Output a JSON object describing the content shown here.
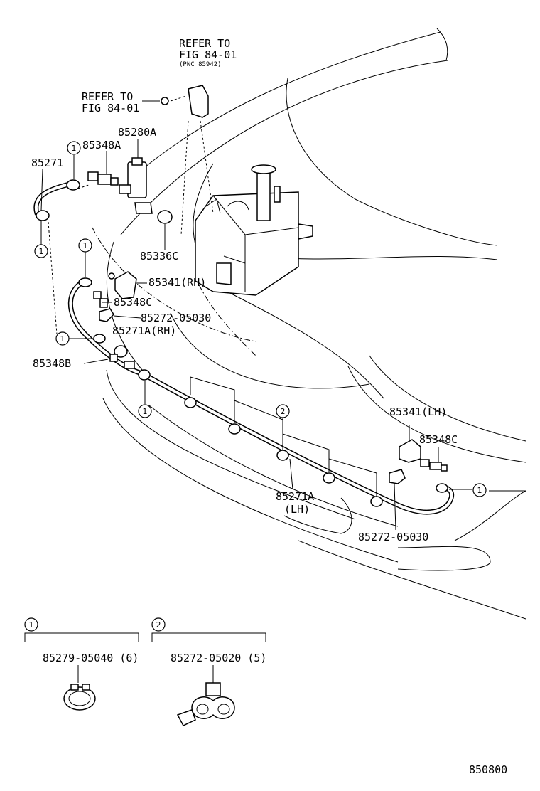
{
  "refer1": {
    "line1": "REFER TO",
    "line2": "FIG 84-01",
    "line3": "(PNC 85942)"
  },
  "refer2": {
    "line1": "REFER TO",
    "line2": "FIG 84-01"
  },
  "labels": {
    "p85280A": "85280A",
    "p85348A": "85348A",
    "p85271": "85271",
    "p85336C": "85336C",
    "p85341RH": "85341(RH)",
    "p85348C_rh": "85348C",
    "p85272_rh": "85272-05030",
    "p85271ARH": "85271A(RH)",
    "p85348B": "85348B",
    "p85341LH": "85341(LH)",
    "p85348C_lh": "85348C",
    "p85271ALH_1": "85271A",
    "p85271ALH_2": "(LH)",
    "p85272_lh": "85272-05030"
  },
  "callouts": {
    "one": "1",
    "two": "2"
  },
  "legend": {
    "item1": {
      "num": "1",
      "part": "85279-05040 (6)"
    },
    "item2": {
      "num": "2",
      "part": "85272-05020 (5)"
    }
  },
  "figure_number": "850800"
}
